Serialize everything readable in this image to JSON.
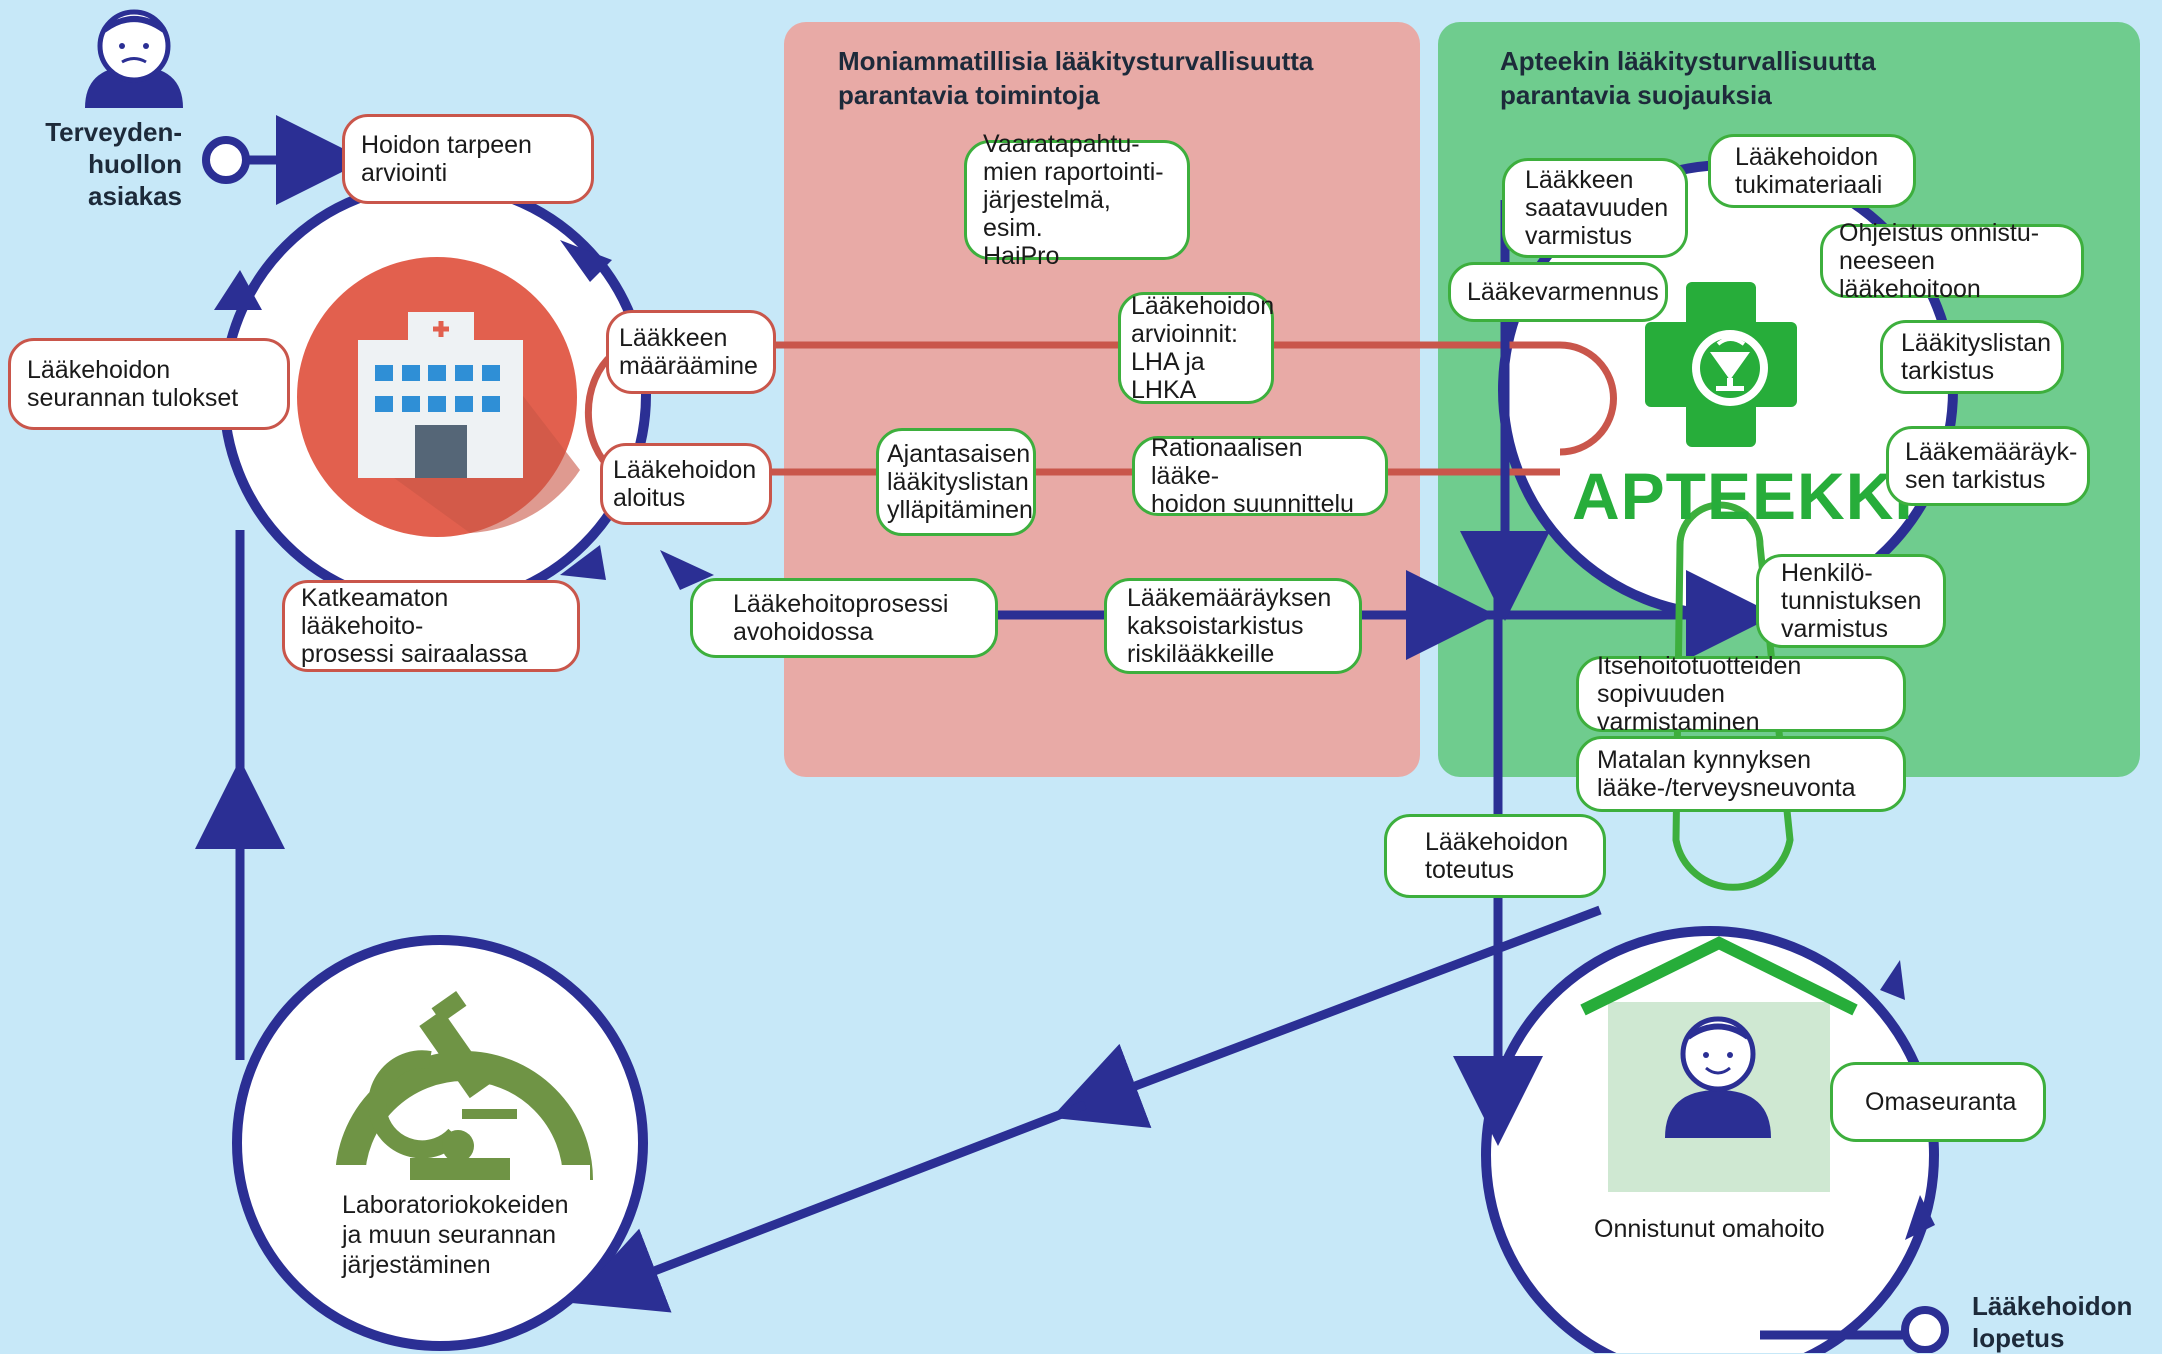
{
  "panels": {
    "multi_title": "Moniammatillisia lääkitysturvallisuutta\nparantavia toimintoja",
    "pharmacy_title": "Apteekin lääkitysturvallisuutta\nparantavia suojauksia"
  },
  "actors": {
    "customer": "Terveyden-\nhuollon\nasiakas",
    "end": "Lääkehoidon\nlopetus"
  },
  "pharmacy_logo": "APTEEKKI",
  "boxes": {
    "hoidon_tarpeen": "Hoidon tarpeen\narviointi",
    "laakehoidon_seurannan": "Lääkehoidon\nseurannan tulokset",
    "laakkeen_maaraaminen": "Lääkkeen\nmääräämine",
    "laakehoidon_aloitus": "Lääkehoidon\naloitus",
    "katkeamaton": "Katkeamaton lääkehoito-\nprosessi sairaalassa",
    "vaaratapahtumien": "Vaaratapahtu-\nmien raportointi-\njärjestelmä, esim.\nHaiPro",
    "laakehoidon_arvioinnit": "Lääkehoidon\narvioinnit:\nLHA ja LHKA",
    "ajantasaisen": "Ajantasaisen\nlääkityslistan\nylläpitäminen",
    "rationaalisen": "Rationaalisen lääke-\nhoidon suunnittelu",
    "laakehoitoprosessi": "Lääkehoitoprosessi\navohoidossa",
    "laakemaarayksen_kaksois": "Lääkemääräyksen\nkaksoistarkistus\nriskilääkkeille",
    "laakkeen_saatavuuden": "Lääkkeen\nsaatavuuden\nvarmistus",
    "laakehoidon_tukimateriaali": "Lääkehoidon\ntukimateriaali",
    "laakevarmennus": "Lääkevarmennus",
    "ohjeistus": "Ohjeistus onnistu-\nneeseen lääkehoitoon",
    "laakityslistan_tarkistus": "Lääkityslistan\ntarkistus",
    "laakemaarayksen_tarkistus": "Lääkemääräyk-\nsen tarkistus",
    "henkilotunnistuksen": "Henkilö-\ntunnistuksen\nvarmistus",
    "itsehoitotuotteiden": "Itsehoitotuotteiden\nsopivuuden varmistaminen",
    "matalan_kynnyksen": "Matalan kynnyksen\nlääke-/terveysneuvonta",
    "laakehoidon_toteutus": "Lääkehoidon\ntoteutus",
    "omaseuranta": "Omaseuranta"
  },
  "labels": {
    "laboratorio": "Laboratoriokokeiden\nja muun seurannan\njärjestäminen",
    "onnistunut": "Onnistunut omahoito"
  },
  "colors": {
    "background": "#c7e8f8",
    "panel_red": "#e8aaa6",
    "panel_green": "#6fcc8e",
    "flow_blue": "#2b2f94",
    "red_line": "#c9564b",
    "green_line": "#3daf3d",
    "hospital_red": "#e2604e",
    "lab_green": "#6f9445",
    "pharmacy_green": "#27ad3a"
  },
  "icons": [
    "person-worried-icon",
    "hospital-icon",
    "microscope-icon",
    "pharmacy-cross-icon",
    "house-icon",
    "person-happy-icon"
  ]
}
